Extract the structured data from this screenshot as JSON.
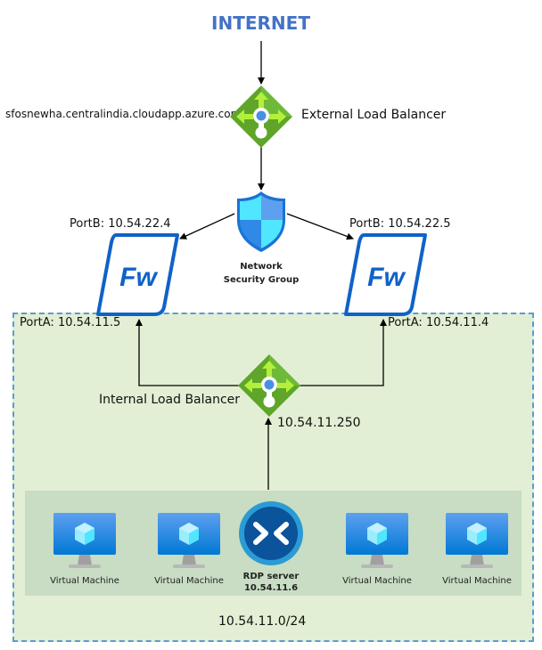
{
  "title": "INTERNET",
  "external_lb": {
    "label": "External Load Balancer",
    "dns": "sfosnewha.centralindia.cloudapp.azure.com",
    "icon": "load-balancer-icon"
  },
  "nsg": {
    "label_line1": "Network",
    "label_line2": "Security Group",
    "icon": "shield-icon"
  },
  "firewalls": [
    {
      "glyph": "Fw",
      "port_b": "PortB: 10.54.22.4",
      "port_a": "PortA: 10.54.11.5"
    },
    {
      "glyph": "Fw",
      "port_b": "PortB: 10.54.22.5",
      "port_a": "PortA: 10.54.11.4"
    }
  ],
  "internal_lb": {
    "label": "Internal Load Balancer",
    "ip": "10.54.11.250",
    "icon": "load-balancer-icon"
  },
  "machines": [
    {
      "label": "Virtual Machine",
      "icon": "virtual-machine-icon"
    },
    {
      "label": "Virtual Machine",
      "icon": "virtual-machine-icon"
    },
    {
      "label": "RDP server",
      "ip": "10.54.11.6",
      "icon": "rdp-icon"
    },
    {
      "label": "Virtual Machine",
      "icon": "virtual-machine-icon"
    },
    {
      "label": "Virtual Machine",
      "icon": "virtual-machine-icon"
    }
  ],
  "subnet": {
    "cidr": "10.54.11.0/24"
  },
  "colors": {
    "title_blue": "#4472C4",
    "subnet_fill": "#E2EFD4",
    "subnet_border": "#5B9BD5",
    "tray_fill": "#C8DDC3",
    "lb_green": "#5EA52A",
    "fw_blue": "#0F62C8"
  }
}
